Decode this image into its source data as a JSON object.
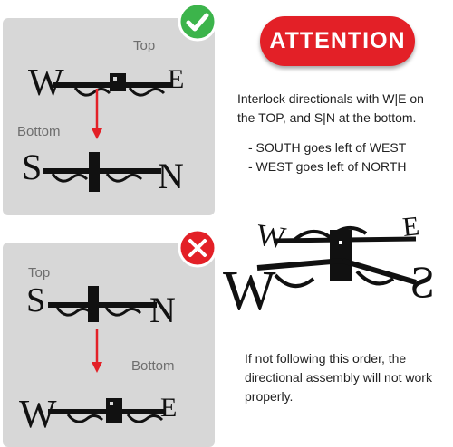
{
  "panels": {
    "good": {
      "top_label": "Top",
      "bottom_label": "Bottom"
    },
    "bad": {
      "top_label": "Top",
      "bottom_label": "Bottom"
    }
  },
  "letters": {
    "w": "W",
    "e": "E",
    "s": "S",
    "n": "N"
  },
  "attention": "ATTENTION",
  "instructions": {
    "line1": "Interlock directionals with W|E on",
    "line2": "the TOP, and S|N at the bottom.",
    "bullet1": "- SOUTH goes left of WEST",
    "bullet2": "- WEST goes left of NORTH"
  },
  "note": {
    "line1": "If not following this order, the",
    "line2": "directional assembly will not work",
    "line3": "properly."
  },
  "colors": {
    "accent": "#e32027",
    "correct": "#3cb44b",
    "panel": "#d7d7d7",
    "metal": "#111111"
  },
  "icons": [
    "checkmark-icon",
    "cross-icon",
    "arrow-down-icon"
  ]
}
